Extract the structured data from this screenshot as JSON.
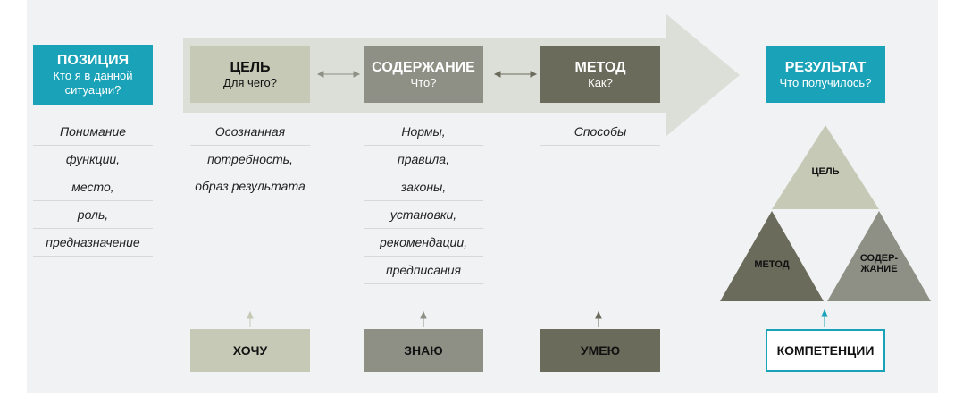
{
  "colors": {
    "teal": "#1aa3b8",
    "light_gray": "#c7c9b7",
    "mid_gray": "#8e8f85",
    "dark_gray": "#6a6b5a",
    "arrow": "#dcdfd8",
    "background": "#f1f2f4"
  },
  "position": {
    "title": "ПОЗИЦИЯ",
    "subtitle": "Кто я в данной ситуации?"
  },
  "goal": {
    "title": "ЦЕЛЬ",
    "subtitle": "Для чего?"
  },
  "content": {
    "title": "СОДЕРЖАНИЕ",
    "subtitle": "Что?"
  },
  "method": {
    "title": "МЕТОД",
    "subtitle": "Как?"
  },
  "result": {
    "title": "РЕЗУЛЬТАТ",
    "subtitle": "Что получилось?"
  },
  "position_list": [
    "Понимание",
    "функции,",
    "место,",
    "роль,",
    "предназначение"
  ],
  "goal_list": [
    "Осознанная",
    "потребность,",
    "образ результата"
  ],
  "content_list": [
    "Нормы,",
    "правила,",
    "законы,",
    "установки,",
    "рекомендации,",
    "предписания"
  ],
  "method_list": [
    "Способы"
  ],
  "bottom": {
    "want": "ХОЧУ",
    "know": "ЗНАЮ",
    "can": "УМЕЮ",
    "competencies": "КОМПЕТЕНЦИИ"
  },
  "triangle": {
    "top": "ЦЕЛЬ",
    "left": "МЕТОД",
    "right": "СОДЕР-\nЖАНИЕ"
  }
}
